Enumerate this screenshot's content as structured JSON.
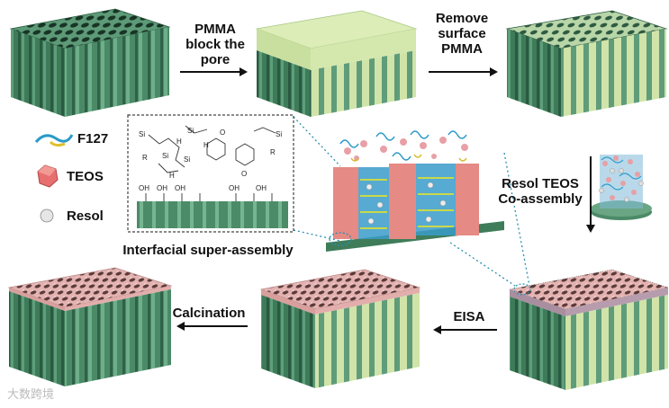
{
  "steps": {
    "step1": "PMMA\nblock the\npore",
    "step2": "Remove\nsurface\nPMMA",
    "step3": "Resol TEOS\nCo-assembly",
    "step4": "EISA",
    "step5": "Calcination"
  },
  "legend": [
    {
      "label": "F127",
      "icon": "f127-surfactant-icon"
    },
    {
      "label": "TEOS",
      "icon": "teos-icon"
    },
    {
      "label": "Resol",
      "icon": "resol-icon"
    }
  ],
  "inset": {
    "caption": "Interfacial super-assembly",
    "chem_labels": [
      "Si",
      "Si",
      "Si",
      "Si",
      "Si",
      "OH",
      "OH",
      "OH",
      "OH",
      "OH",
      "O",
      "O",
      "R",
      "R",
      "H",
      "H",
      "H"
    ]
  },
  "watermark": "大数跨境",
  "colors": {
    "membrane_green": "#4f8f6c",
    "membrane_top": "#6aa684",
    "pore_dark": "#1d3b2c",
    "pmma_top": "#d9eab4",
    "pmma_side": "#c7dfa2",
    "pink_layer": "#dca6a6",
    "arrow": "#111111"
  }
}
